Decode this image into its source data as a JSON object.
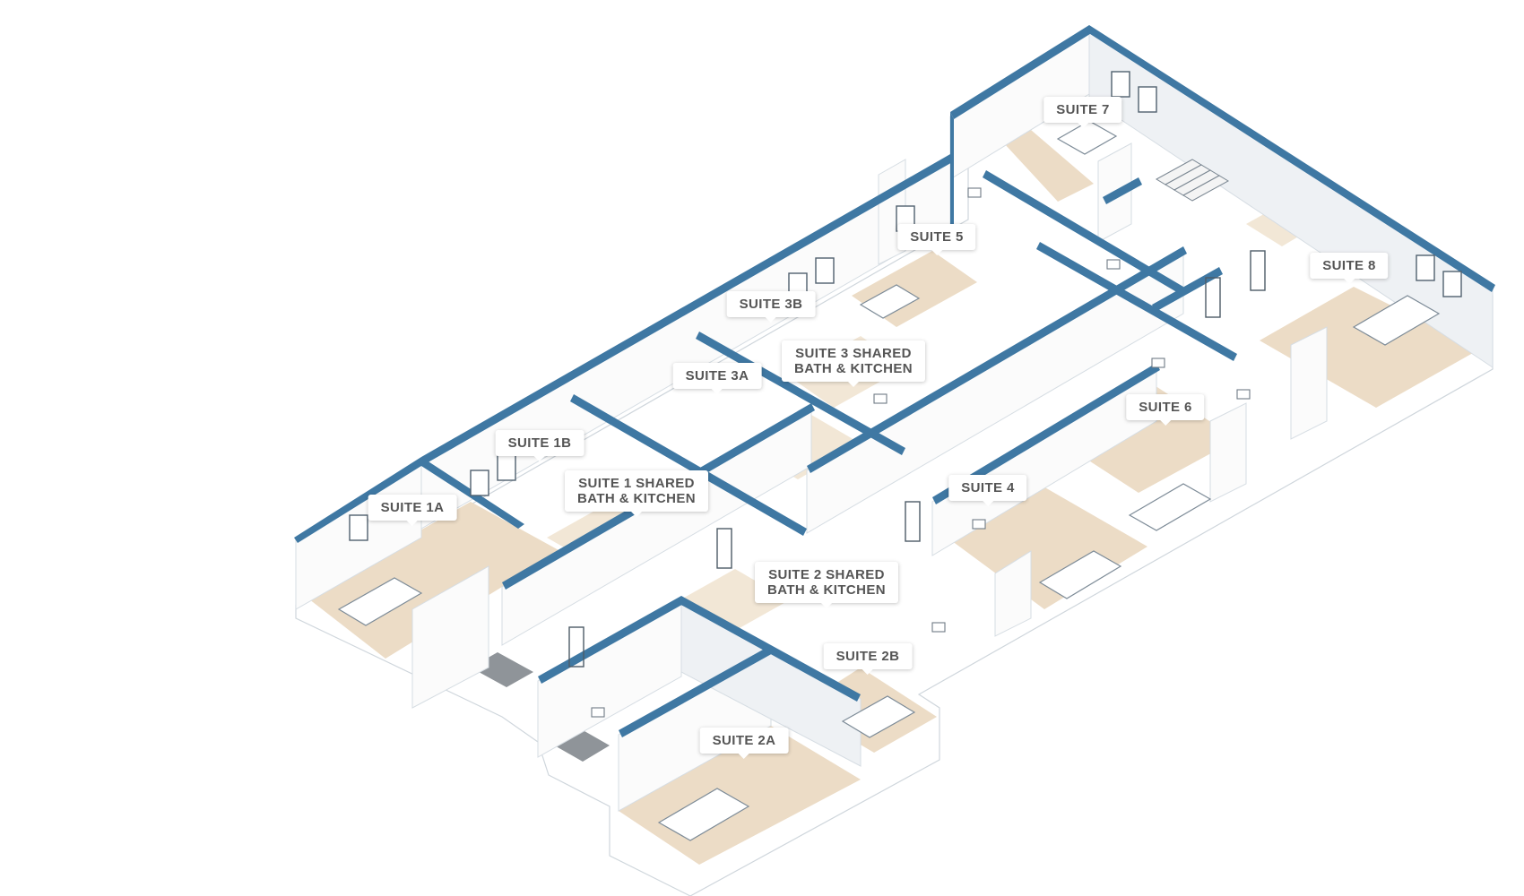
{
  "labels": {
    "suite_1a": "SUITE 1A",
    "suite_1b": "SUITE 1B",
    "suite_1_shared": "SUITE 1 SHARED\nBATH & KITCHEN",
    "suite_2a": "SUITE 2A",
    "suite_2b": "SUITE 2B",
    "suite_2_shared": "SUITE 2 SHARED\nBATH & KITCHEN",
    "suite_3a": "SUITE 3A",
    "suite_3b": "SUITE 3B",
    "suite_3_shared": "SUITE 3 SHARED\nBATH & KITCHEN",
    "suite_4": "SUITE 4",
    "suite_5": "SUITE 5",
    "suite_6": "SUITE 6",
    "suite_7": "SUITE 7",
    "suite_8": "SUITE 8"
  },
  "colors": {
    "wall_accent": "#3f78a3",
    "floor_wood": "#ecdcc6",
    "label_text": "#555555"
  }
}
